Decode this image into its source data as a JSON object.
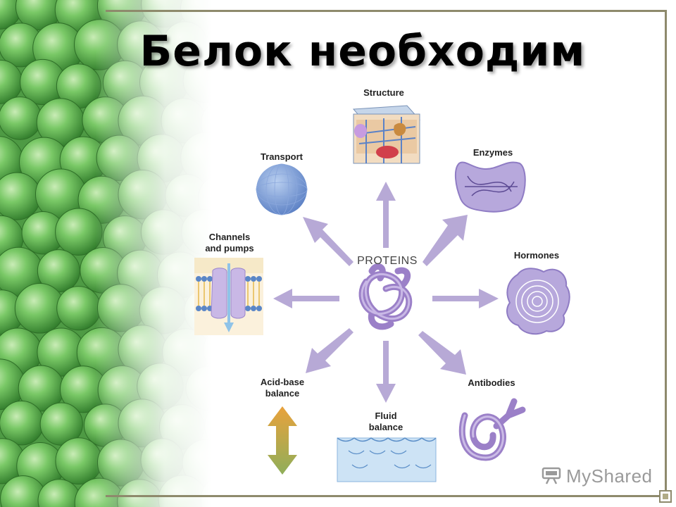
{
  "slide": {
    "title": "Белок необходим",
    "center_label": "PROTEINS",
    "functions": {
      "structure": "Structure",
      "enzymes": "Enzymes",
      "transport": "Transport",
      "channels": "Channels\nand pumps",
      "hormones": "Hormones",
      "acid_base": "Acid-base\nbalance",
      "antibodies": "Antibodies",
      "fluid": "Fluid\nbalance"
    },
    "watermark": "MyShared"
  },
  "colors": {
    "arrow": "#b7a9d6",
    "protein": "#a98fd0",
    "frame": "#8e8a6c",
    "pea": "#6cbf5c"
  },
  "icons": {
    "background": "green-peas",
    "watermark_logo": "projector-logo"
  }
}
